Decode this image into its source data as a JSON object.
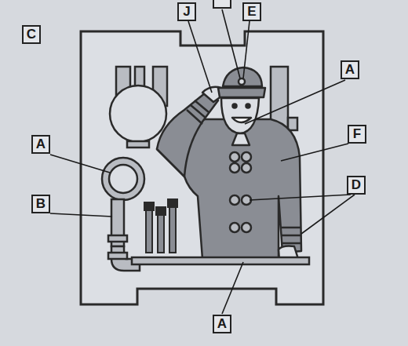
{
  "diagram": {
    "labels": [
      "J",
      "E",
      "C",
      "A",
      "A",
      "F",
      "B",
      "D",
      "A"
    ]
  }
}
